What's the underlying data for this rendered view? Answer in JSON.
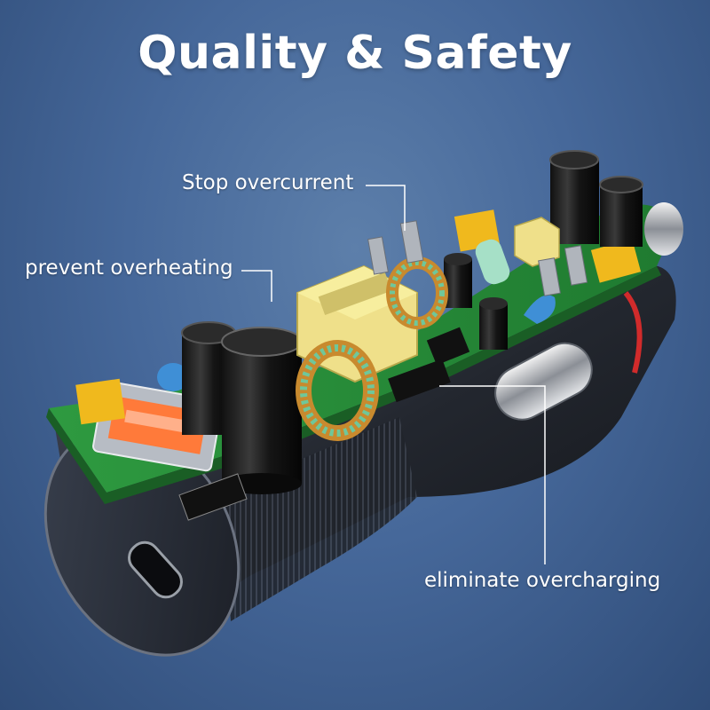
{
  "heading": "Quality & Safety",
  "callouts": {
    "stop_overcurrent": "Stop overcurrent",
    "prevent_overheating": "prevent overheating",
    "eliminate_overcharging": "eliminate overcharging"
  },
  "colors": {
    "background": "#46689a",
    "pcb": "#2c8a3a",
    "housing": "#2a2f3a",
    "accent_usb": "#ff7a3a",
    "text": "#ffffff"
  }
}
